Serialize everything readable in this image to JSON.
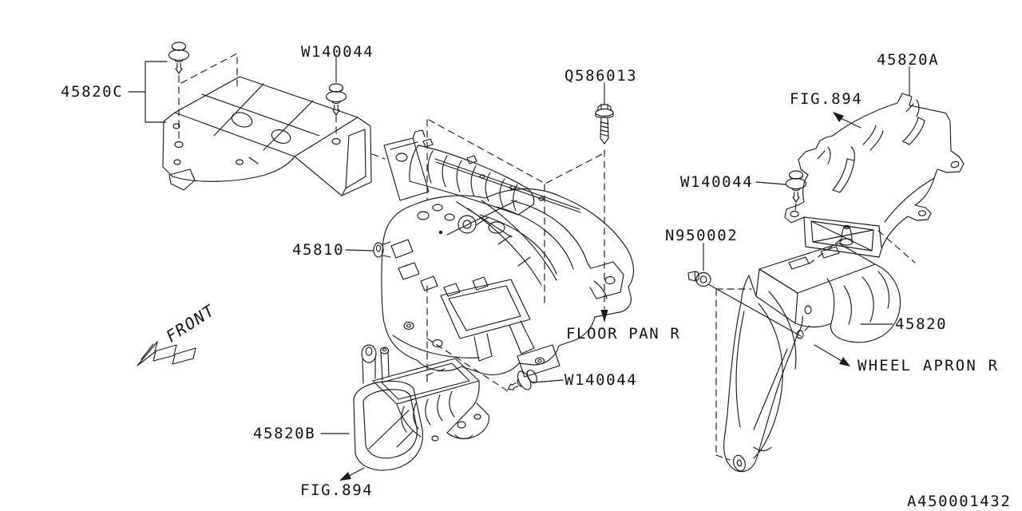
{
  "diagram": {
    "drawing_number": "A450001432",
    "front_label": "FRONT",
    "part_labels": {
      "duct_upper": "45820C",
      "cleaner_case": "45810",
      "duct_side": "45820A",
      "duct_lower": "45820B",
      "duct_front": "45820"
    },
    "fastener_labels": {
      "clip_top": "W140044",
      "clip_side": "W140044",
      "clip_lower": "W140044",
      "screw": "Q586013",
      "nut": "N950002"
    },
    "reference_labels": {
      "figure_side": "FIG.894",
      "figure_lower": "FIG.894",
      "floor_pan": "FLOOR PAN R",
      "wheel_apron": "WHEEL APRON R"
    },
    "colors": {
      "line": "#1c1c1c",
      "background": "#ffffff"
    }
  }
}
